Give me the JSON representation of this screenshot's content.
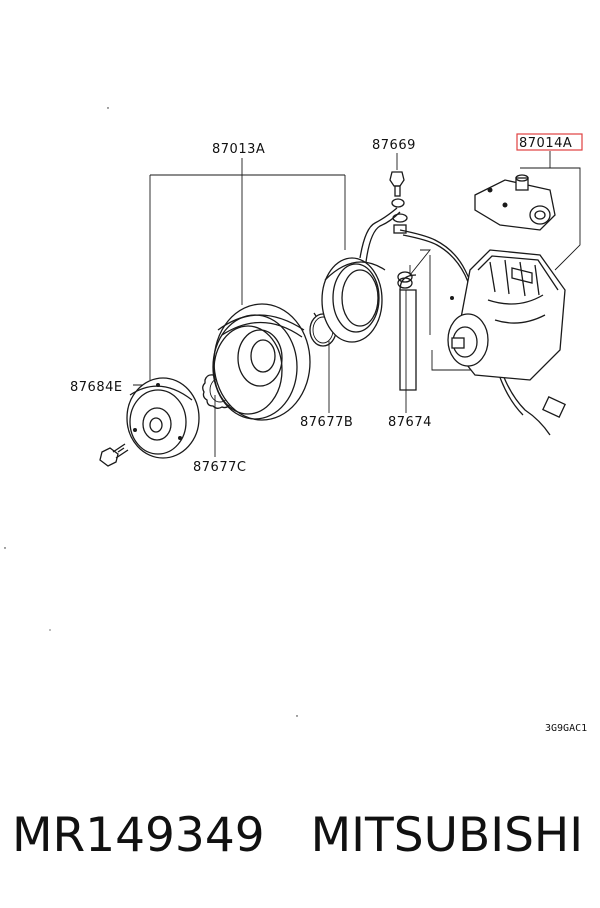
{
  "diagram": {
    "labels": {
      "clutch": "87013A",
      "bolt": "87669",
      "head": "87014A",
      "plate": "87684E",
      "snapring_b": "87677B",
      "bracket": "87674",
      "snapring_c": "87677C"
    },
    "code": "3G9GAC1",
    "highlight_color": "#e04040"
  },
  "footer": {
    "part_number": "MR149349",
    "brand": "MITSUBISHI"
  }
}
